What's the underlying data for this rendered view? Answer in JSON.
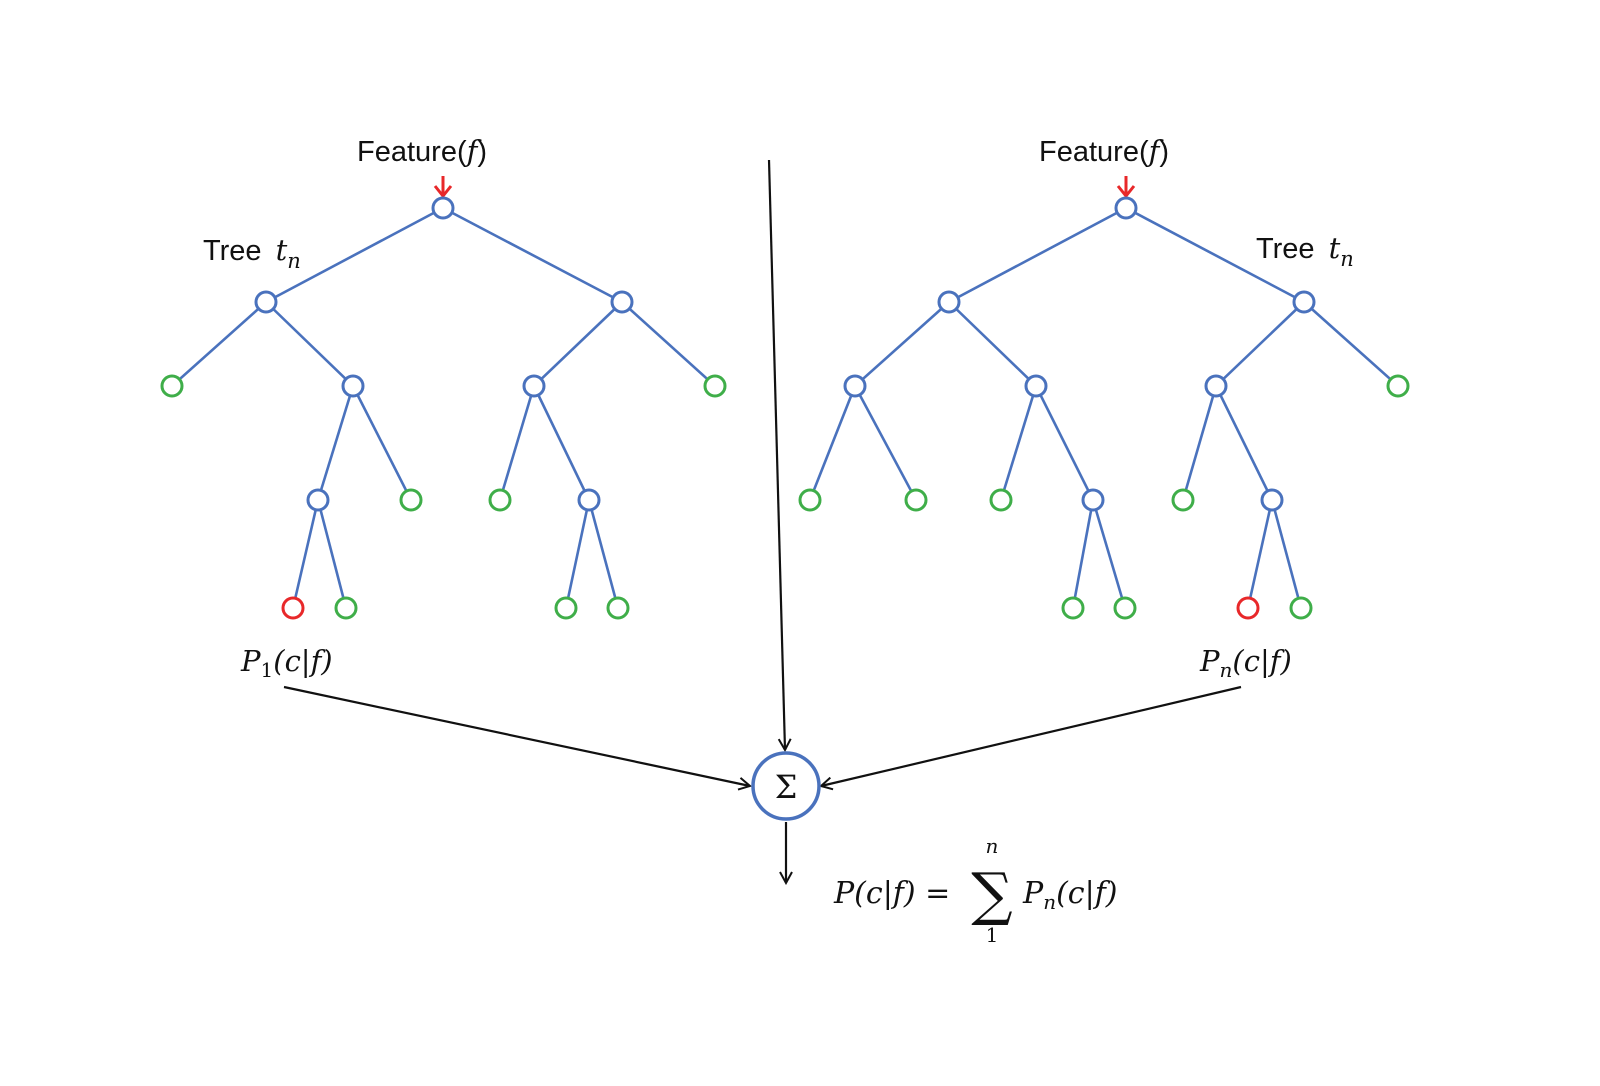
{
  "input_label": "Feature(f)",
  "input_label_parts": {
    "prefix": "Feature(",
    "var": "f",
    "suffix": ")"
  },
  "trees": [
    {
      "tree_label": {
        "word": "Tree",
        "var": "t",
        "sub": "n"
      },
      "output_label": {
        "P": "P",
        "sub": "1",
        "rest": "(c|f)"
      }
    },
    {
      "tree_label": {
        "word": "Tree",
        "var": "t",
        "sub": "n"
      },
      "output_label": {
        "P": "P",
        "sub": "n",
        "rest": "(c|f)"
      }
    }
  ],
  "sum_symbol": "Σ",
  "formula": {
    "lhs": "P(c|f) =",
    "sum": "∑",
    "upper": "n",
    "lower": "1",
    "term_P": "P",
    "term_sub": "n",
    "term_rest": "(c|f)"
  },
  "colors": {
    "internal_node": "#4a72bd",
    "leaf_node": "#3fae49",
    "selected_leaf": "#e8282a",
    "input_arrow": "#e8282a",
    "arrows": "#111111"
  }
}
